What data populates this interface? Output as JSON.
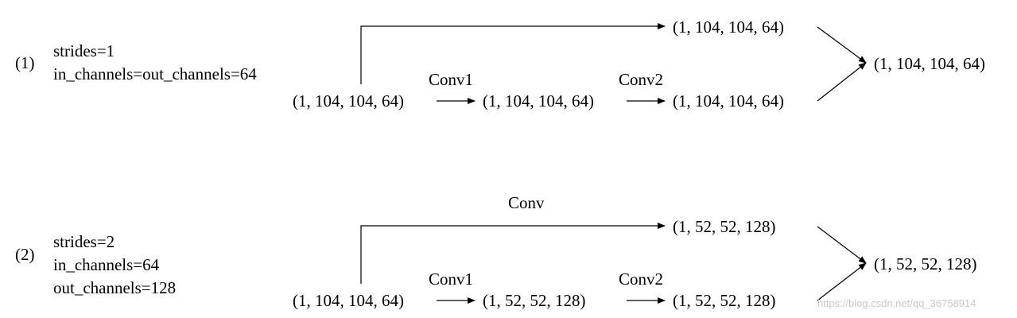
{
  "panel1": {
    "label": "(1)",
    "params": [
      "strides=1",
      "in_channels=out_channels=64"
    ],
    "input": "(1, 104, 104, 64)",
    "conv1_label": "Conv1",
    "conv1_out": "(1, 104, 104, 64)",
    "conv2_label": "Conv2",
    "conv2_out": "(1, 104, 104, 64)",
    "shortcut_out": "(1, 104, 104, 64)",
    "result": "(1, 104, 104, 64)"
  },
  "panel2": {
    "label": "(2)",
    "params": [
      "strides=2",
      "in_channels=64",
      "out_channels=128"
    ],
    "shortcut_label": "Conv",
    "input": "(1, 104, 104, 64)",
    "conv1_label": "Conv1",
    "conv1_out": "(1, 52, 52, 128)",
    "conv2_label": "Conv2",
    "conv2_out": "(1, 52, 52, 128)",
    "shortcut_out": "(1, 52, 52, 128)",
    "result": "(1, 52, 52, 128)"
  },
  "watermark": "https://blog.csdn.net/qq_36758914"
}
